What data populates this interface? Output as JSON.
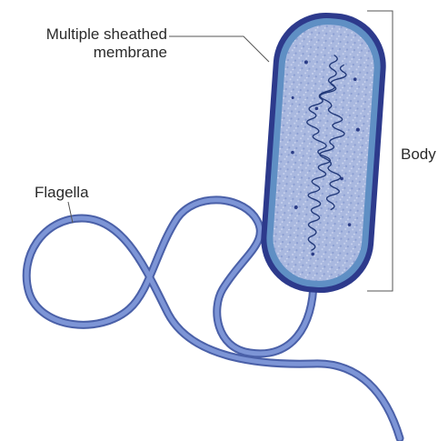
{
  "labels": {
    "membrane_line1": "Multiple sheathed",
    "membrane_line2": "membrane",
    "flagella": "Flagella",
    "body": "Body"
  },
  "colors": {
    "flagellum": "#6b84c8",
    "flagellum_dark": "#4a60a8",
    "outer_membrane": "#2d3a8c",
    "inner_membrane": "#5f8fc4",
    "cytoplasm": "#a9b8df",
    "dna": "#233a7a",
    "leader_lines": "#555555"
  }
}
